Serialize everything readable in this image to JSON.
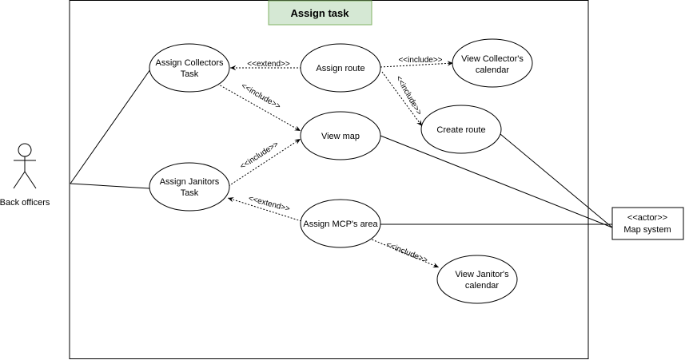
{
  "title": "Assign task",
  "colors": {
    "title_fill": "#d5e8d4",
    "title_stroke": "#82b366",
    "line": "#000000"
  },
  "actors": {
    "back_officers": "Back officers",
    "map_system": {
      "stereotype": "<<actor>>",
      "name": "Map system"
    }
  },
  "use_cases": {
    "assign_collectors_task": [
      "Assign Collectors",
      "Task"
    ],
    "assign_janitors_task": [
      "Assign Janitors",
      "Task"
    ],
    "assign_route": [
      "Assign route"
    ],
    "view_collectors_calendar": [
      "View Collector's",
      "calendar"
    ],
    "create_route": [
      "Create route"
    ],
    "view_map": [
      "View map"
    ],
    "assign_mcps_area": [
      "Assign MCP's area"
    ],
    "view_janitors_calendar": [
      "View Janitor's",
      "calendar"
    ]
  },
  "relations": {
    "extend_collectors": "<<extend>>",
    "include_collectors_calendar": "<<include>>",
    "include_create_route": "<<include>>",
    "include_collectors_map": "<<include>>",
    "include_janitors_map": "<<include>>",
    "extend_janitors": "<<extend>>",
    "include_janitors_calendar": "<<include>>"
  }
}
